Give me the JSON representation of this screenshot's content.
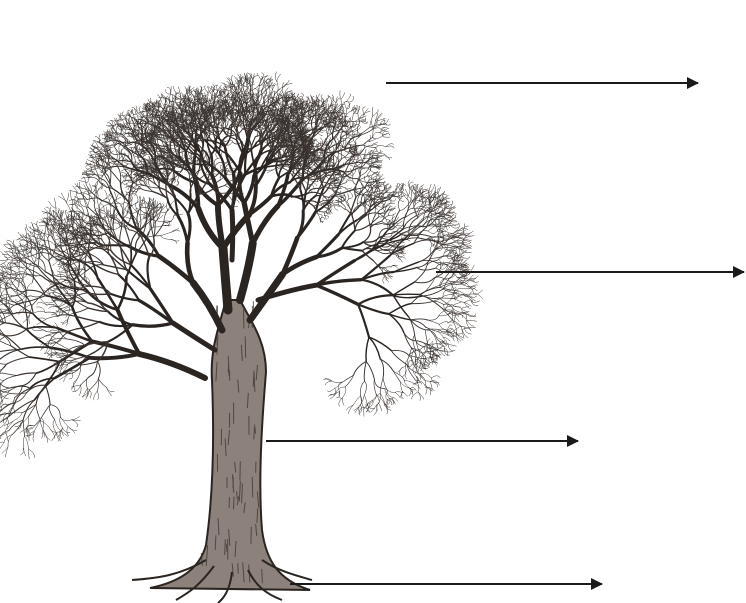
{
  "diagram": {
    "subject": "tree",
    "parts_pointed": [
      "crown",
      "branches",
      "trunk",
      "roots"
    ],
    "label_texts": [
      "",
      "",
      "",
      ""
    ],
    "colors": {
      "ink": "#1a1a1a",
      "bark": "#3b3430",
      "bark_light": "#7a6f68",
      "background": "#ffffff"
    }
  }
}
